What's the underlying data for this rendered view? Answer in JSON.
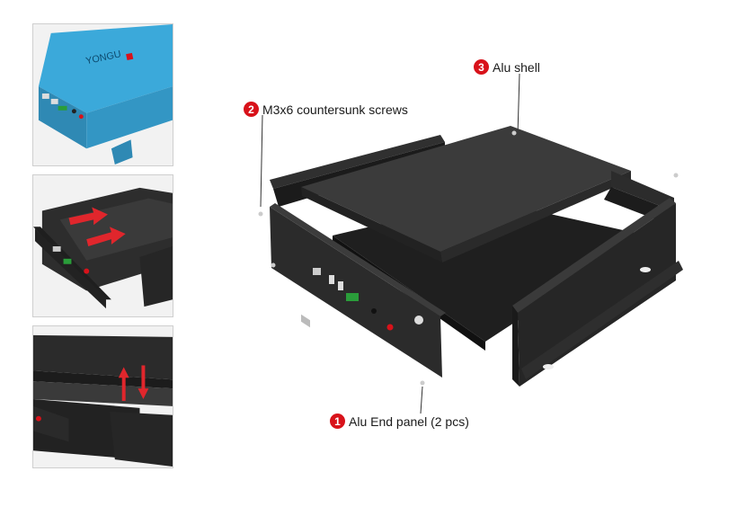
{
  "thumbnails": {
    "assembled": {
      "brand_text": "YONGU"
    },
    "step_slide_shell": {},
    "step_end_panel": {}
  },
  "callouts": [
    {
      "number": "2",
      "label": "M3x6 countersunk screws"
    },
    {
      "number": "3",
      "label": "Alu shell"
    },
    {
      "number": "1",
      "label": "Alu End panel (2 pcs)"
    }
  ],
  "colors": {
    "badge": "#d8121a",
    "enclosure_dark": "#2b2b2b",
    "enclosure_blue": "#3aa6d6",
    "arrow_red": "#e0262c",
    "terminal_green": "#2a9d3a"
  }
}
